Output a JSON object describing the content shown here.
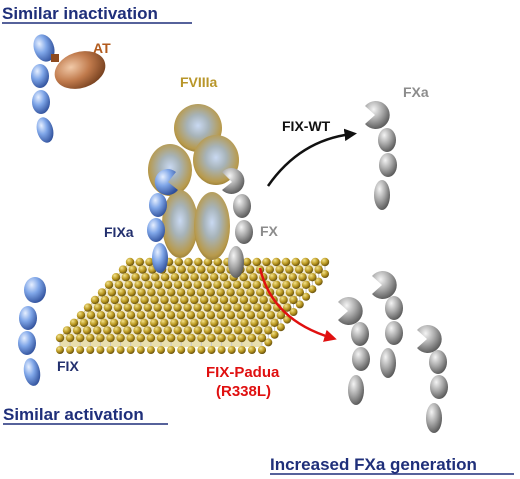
{
  "headings": {
    "inactivation": "Similar inactivation",
    "activation": "Similar activation",
    "generation": "Increased FXa generation"
  },
  "labels": {
    "at": "AT",
    "fviiia": "FVIIIa",
    "fxa_top": "FXa",
    "fix_wt": "FIX-WT",
    "fixa": "FIXa",
    "fx": "FX",
    "fix": "FIX",
    "fix_padua": "FIX-Padua",
    "mutation": "(R338L)"
  },
  "colors": {
    "heading": "#1f2f7a",
    "at": "#b25a1c",
    "fviiia": "#b8962a",
    "fxa": "#8c8c8c",
    "fix_wt": "#111111",
    "fixa": "#23306e",
    "fx": "#8c8c8c",
    "fix": "#23306e",
    "padua": "#e01010",
    "membrane_bead": "#a88a1a"
  }
}
